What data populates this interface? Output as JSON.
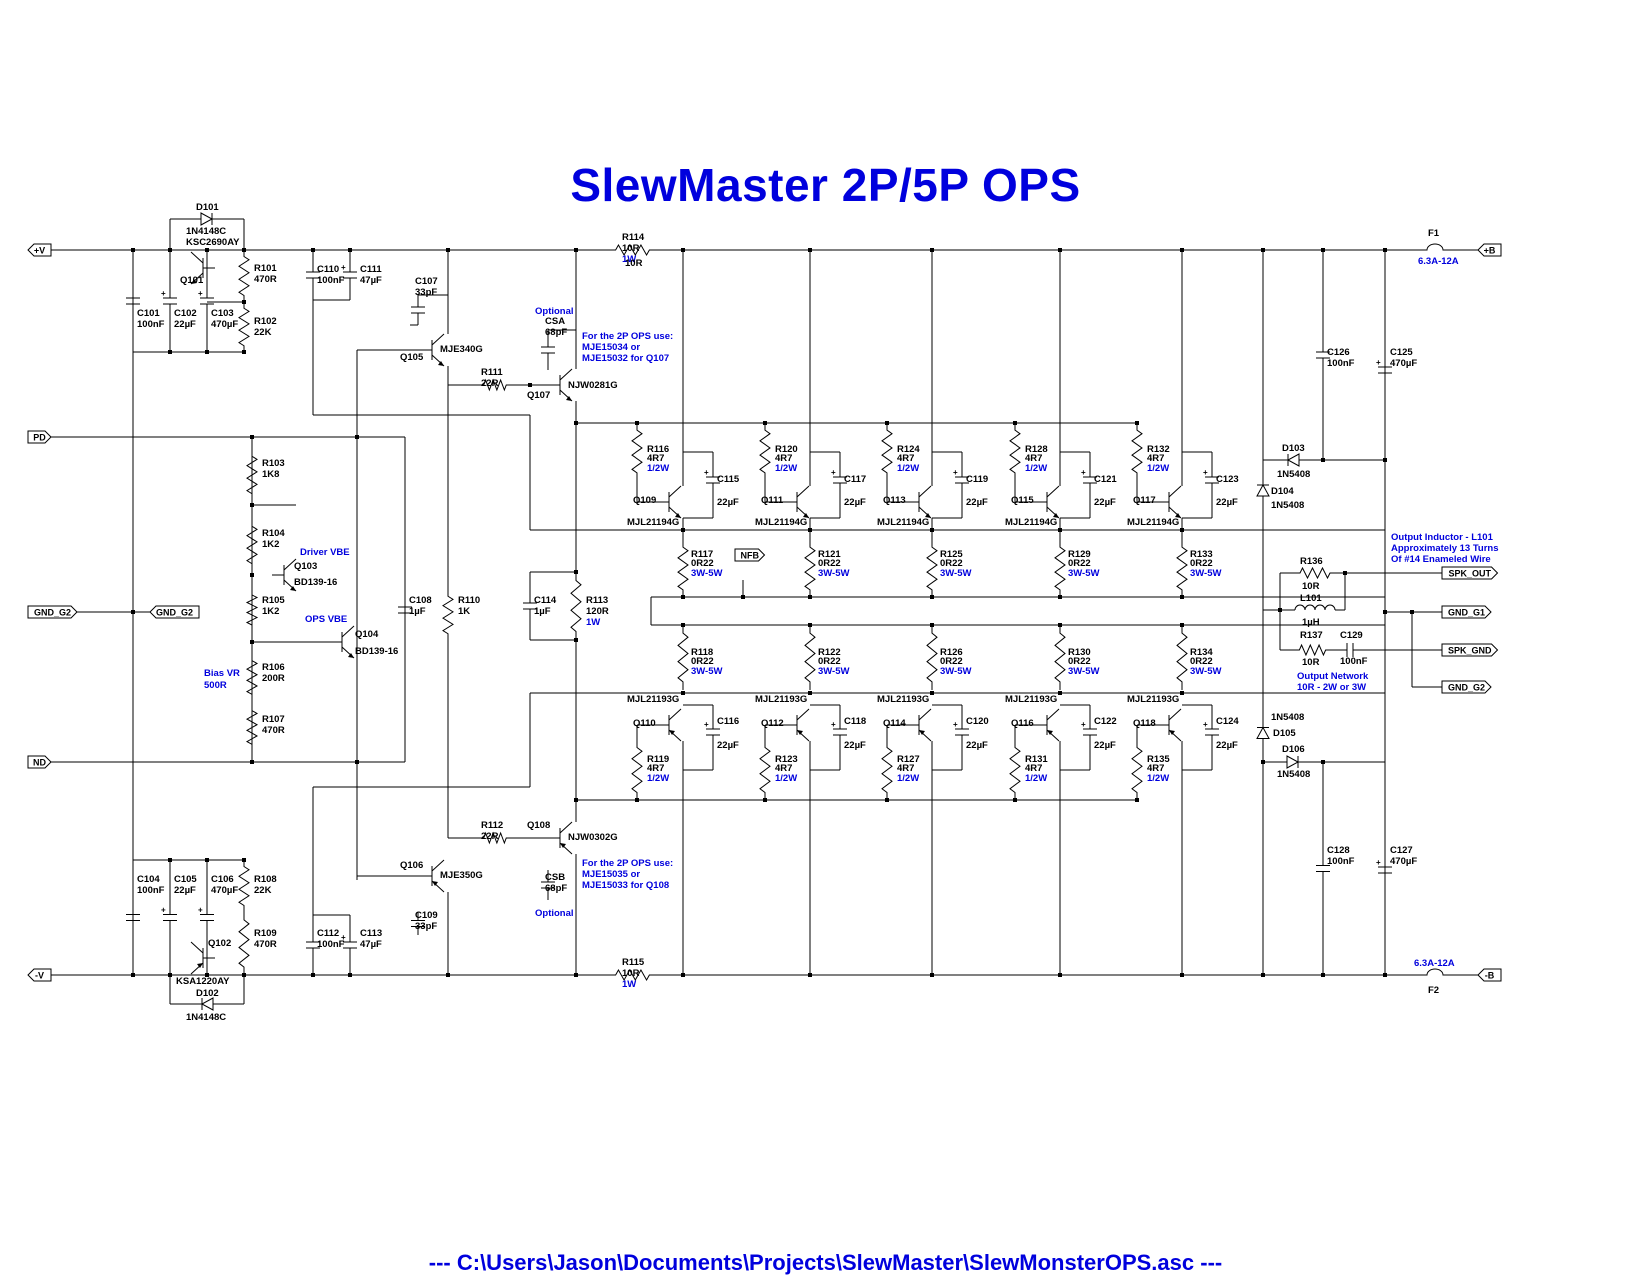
{
  "title": "SlewMaster 2P/5P OPS",
  "footer_path": "---  C:\\Users\\Jason\\Documents\\Projects\\SlewMaster\\SlewMonsterOPS.asc  ---",
  "colors": {
    "wire": "#000000",
    "annotation": "#0000dd",
    "background": "#ffffff"
  },
  "ports": [
    {
      "id": "vplus",
      "label": "+V"
    },
    {
      "id": "pd",
      "label": "PD"
    },
    {
      "id": "gnd_g2_left",
      "label": "GND_G2"
    },
    {
      "id": "gnd_g2_net",
      "label": "GND_G2"
    },
    {
      "id": "nd",
      "label": "ND"
    },
    {
      "id": "vminus",
      "label": "-V"
    },
    {
      "id": "bplus",
      "label": "+B"
    },
    {
      "id": "bminus",
      "label": "-B"
    },
    {
      "id": "spk_out",
      "label": "SPK_OUT"
    },
    {
      "id": "gnd_g1",
      "label": "GND_G1"
    },
    {
      "id": "spk_gnd",
      "label": "SPK_GND"
    },
    {
      "id": "gnd_g2_right",
      "label": "GND_G2"
    },
    {
      "id": "nfb",
      "label": "NFB"
    }
  ],
  "components": {
    "D101": {
      "ref": "D101",
      "value": "1N4148C"
    },
    "Q101": {
      "ref": "Q101",
      "value": "KSC2690AY"
    },
    "R101": {
      "ref": "R101",
      "value": "470R"
    },
    "R102": {
      "ref": "R102",
      "value": "22K"
    },
    "C101": {
      "ref": "C101",
      "value": "100nF"
    },
    "C102": {
      "ref": "C102",
      "value": "22µF"
    },
    "C103": {
      "ref": "C103",
      "value": "470µF"
    },
    "C110": {
      "ref": "C110",
      "value": "100nF"
    },
    "C111": {
      "ref": "C111",
      "value": "47µF"
    },
    "C107": {
      "ref": "C107",
      "value": "33pF"
    },
    "Q105": {
      "ref": "Q105",
      "value": "MJE340G"
    },
    "R111": {
      "ref": "R111",
      "value": "22R"
    },
    "CSA": {
      "ref": "CSA",
      "value": "68pF",
      "note": "Optional"
    },
    "Q107": {
      "ref": "Q107",
      "value": "NJW0281G"
    },
    "R114": {
      "ref": "R114",
      "value": "10R",
      "power": "1W"
    },
    "R103": {
      "ref": "R103",
      "value": "1K8"
    },
    "R104": {
      "ref": "R104",
      "value": "1K2"
    },
    "Q103": {
      "ref": "Q103",
      "value": "BD139-16",
      "note": "Driver VBE"
    },
    "R105": {
      "ref": "R105",
      "value": "1K2"
    },
    "Q104": {
      "ref": "Q104",
      "value": "BD139-16",
      "note": "OPS VBE"
    },
    "R106": {
      "ref": "R106",
      "value": "200R",
      "note": "Bias VR",
      "note2": "500R"
    },
    "R107": {
      "ref": "R107",
      "value": "470R"
    },
    "C108": {
      "ref": "C108",
      "value": "1µF"
    },
    "R110": {
      "ref": "R110",
      "value": "1K"
    },
    "C114": {
      "ref": "C114",
      "value": "1µF"
    },
    "R113": {
      "ref": "R113",
      "value": "120R",
      "power": "1W"
    },
    "C104": {
      "ref": "C104",
      "value": "100nF"
    },
    "C105": {
      "ref": "C105",
      "value": "22µF"
    },
    "C106": {
      "ref": "C106",
      "value": "470µF"
    },
    "R108": {
      "ref": "R108",
      "value": "22K"
    },
    "R109": {
      "ref": "R109",
      "value": "470R"
    },
    "Q102": {
      "ref": "Q102",
      "value": "KSA1220AY"
    },
    "D102": {
      "ref": "D102",
      "value": "1N4148C"
    },
    "C112": {
      "ref": "C112",
      "value": "100nF"
    },
    "C113": {
      "ref": "C113",
      "value": "47µF"
    },
    "C109": {
      "ref": "C109",
      "value": "33pF"
    },
    "Q106": {
      "ref": "Q106",
      "value": "MJE350G"
    },
    "R112": {
      "ref": "R112",
      "value": "22R"
    },
    "Q108": {
      "ref": "Q108",
      "value": "NJW0302G"
    },
    "CSB": {
      "ref": "CSB",
      "value": "68pF",
      "note": "Optional"
    },
    "R115": {
      "ref": "R115",
      "value": "10R",
      "power": "1W"
    },
    "F1": {
      "ref": "F1",
      "value": "6.3A-12A"
    },
    "F2": {
      "ref": "F2",
      "value": "6.3A-12A"
    },
    "C126": {
      "ref": "C126",
      "value": "100nF"
    },
    "C125": {
      "ref": "C125",
      "value": "470µF"
    },
    "D103": {
      "ref": "D103",
      "value": "1N5408"
    },
    "D104": {
      "ref": "D104",
      "value": "1N5408"
    },
    "D105": {
      "ref": "D105",
      "value": "1N5408"
    },
    "D106": {
      "ref": "D106",
      "value": "1N5408"
    },
    "C128": {
      "ref": "C128",
      "value": "100nF"
    },
    "C127": {
      "ref": "C127",
      "value": "470µF"
    },
    "R136": {
      "ref": "R136",
      "value": "10R"
    },
    "L101": {
      "ref": "L101",
      "value": "1µH"
    },
    "R137": {
      "ref": "R137",
      "value": "10R"
    },
    "C129": {
      "ref": "C129",
      "value": "100nF"
    }
  },
  "npn_stages": [
    {
      "q": "Q109",
      "qv": "MJL21194G",
      "rb": "R116",
      "rbv": "4R7",
      "rbp": "1/2W",
      "c": "C115",
      "cv": "22µF",
      "re": "R117",
      "rev": "0R22",
      "rep": "3W-5W"
    },
    {
      "q": "Q111",
      "qv": "MJL21194G",
      "rb": "R120",
      "rbv": "4R7",
      "rbp": "1/2W",
      "c": "C117",
      "cv": "22µF",
      "re": "R121",
      "rev": "0R22",
      "rep": "3W-5W"
    },
    {
      "q": "Q113",
      "qv": "MJL21194G",
      "rb": "R124",
      "rbv": "4R7",
      "rbp": "1/2W",
      "c": "C119",
      "cv": "22µF",
      "re": "R125",
      "rev": "0R22",
      "rep": "3W-5W"
    },
    {
      "q": "Q115",
      "qv": "MJL21194G",
      "rb": "R128",
      "rbv": "4R7",
      "rbp": "1/2W",
      "c": "C121",
      "cv": "22µF",
      "re": "R129",
      "rev": "0R22",
      "rep": "3W-5W"
    },
    {
      "q": "Q117",
      "qv": "MJL21194G",
      "rb": "R132",
      "rbv": "4R7",
      "rbp": "1/2W",
      "c": "C123",
      "cv": "22µF",
      "re": "R133",
      "rev": "0R22",
      "rep": "3W-5W"
    }
  ],
  "pnp_stages": [
    {
      "q": "Q110",
      "qv": "MJL21193G",
      "rb": "R119",
      "rbv": "4R7",
      "rbp": "1/2W",
      "c": "C116",
      "cv": "22µF",
      "re": "R118",
      "rev": "0R22",
      "rep": "3W-5W"
    },
    {
      "q": "Q112",
      "qv": "MJL21193G",
      "rb": "R123",
      "rbv": "4R7",
      "rbp": "1/2W",
      "c": "C118",
      "cv": "22µF",
      "re": "R122",
      "rev": "0R22",
      "rep": "3W-5W"
    },
    {
      "q": "Q114",
      "qv": "MJL21193G",
      "rb": "R127",
      "rbv": "4R7",
      "rbp": "1/2W",
      "c": "C120",
      "cv": "22µF",
      "re": "R126",
      "rev": "0R22",
      "rep": "3W-5W"
    },
    {
      "q": "Q116",
      "qv": "MJL21193G",
      "rb": "R131",
      "rbv": "4R7",
      "rbp": "1/2W",
      "c": "C122",
      "cv": "22µF",
      "re": "R130",
      "rev": "0R22",
      "rep": "3W-5W"
    },
    {
      "q": "Q118",
      "qv": "MJL21193G",
      "rb": "R135",
      "rbv": "4R7",
      "rbp": "1/2W",
      "c": "C124",
      "cv": "22µF",
      "re": "R134",
      "rev": "0R22",
      "rep": "3W-5W"
    }
  ],
  "notes": {
    "q107_sub": [
      "For the 2P OPS use:",
      "MJE15034 or",
      "MJE15032 for Q107"
    ],
    "q108_sub": [
      "For the 2P OPS use:",
      "MJE15035 or",
      "MJE15033 for Q108"
    ],
    "inductor": [
      "Output Inductor - L101",
      "Approximately 13 Turns",
      "Of #14 Enameled Wire"
    ],
    "network": [
      "Output Network",
      "10R - 2W or 3W"
    ]
  }
}
